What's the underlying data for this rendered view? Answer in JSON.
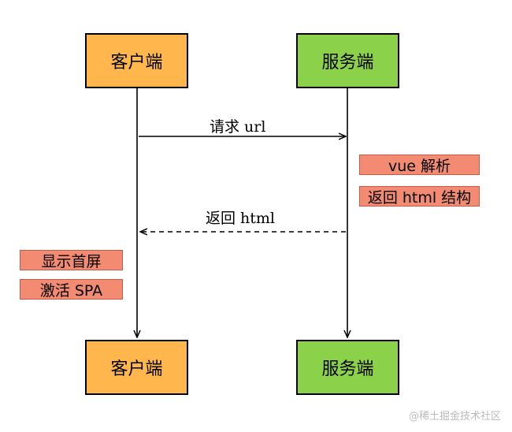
{
  "participants": {
    "client_label": "客户端",
    "server_label": "服务端"
  },
  "messages": {
    "request": "请求 url",
    "response": "返回 html"
  },
  "server_notes": [
    "vue 解析",
    "返回 html 结构"
  ],
  "client_notes": [
    "显示首屏",
    "激活 SPA"
  ],
  "watermark": "@稀土掘金技术社区",
  "colors": {
    "client_fill": "#ffb74d",
    "server_fill": "#8cd14a",
    "note_fill": "#f28b72",
    "line": "#000000"
  }
}
